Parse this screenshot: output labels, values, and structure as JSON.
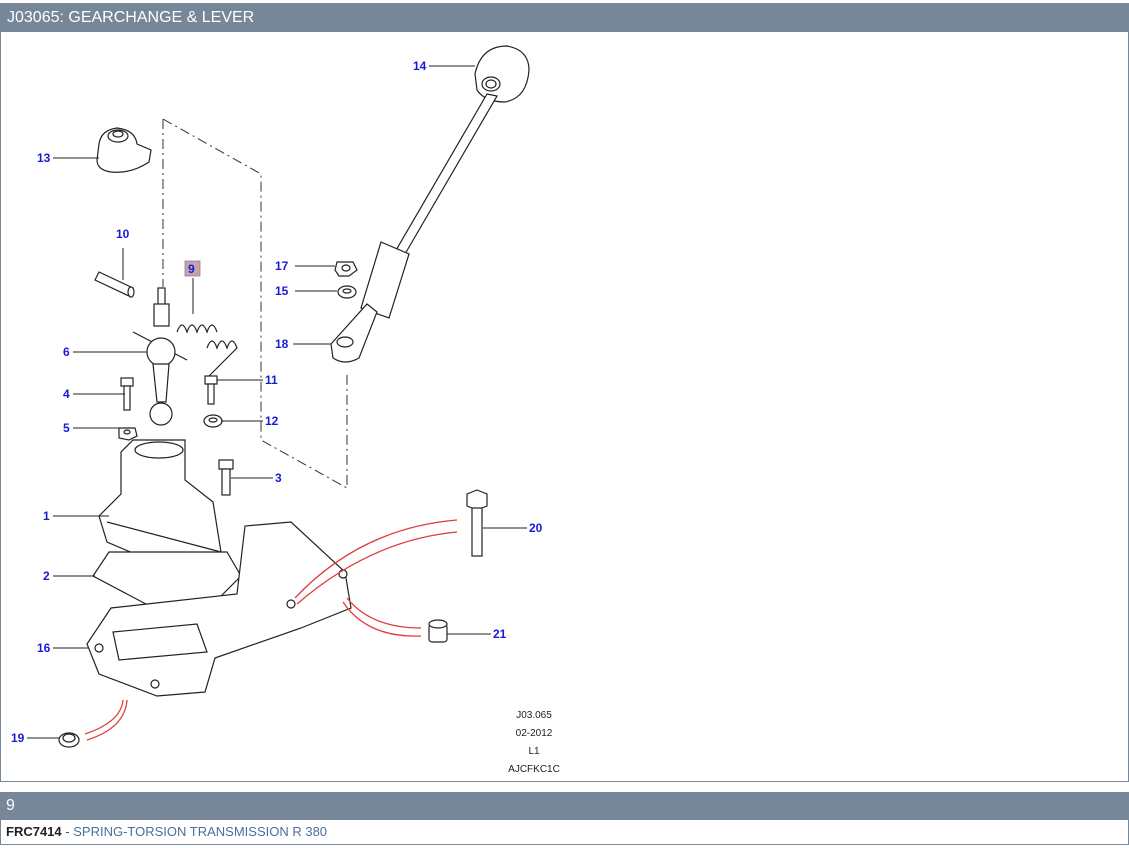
{
  "header": {
    "title": "J03065: GEARCHANGE & LEVER"
  },
  "diagram": {
    "callouts": [
      {
        "id": "1",
        "label": "1"
      },
      {
        "id": "2",
        "label": "2"
      },
      {
        "id": "3",
        "label": "3"
      },
      {
        "id": "4",
        "label": "4"
      },
      {
        "id": "5",
        "label": "5"
      },
      {
        "id": "6",
        "label": "6"
      },
      {
        "id": "9",
        "label": "9",
        "selected": true
      },
      {
        "id": "10",
        "label": "10"
      },
      {
        "id": "11",
        "label": "11"
      },
      {
        "id": "12",
        "label": "12"
      },
      {
        "id": "13",
        "label": "13"
      },
      {
        "id": "14",
        "label": "14"
      },
      {
        "id": "15",
        "label": "15"
      },
      {
        "id": "16",
        "label": "16"
      },
      {
        "id": "17",
        "label": "17"
      },
      {
        "id": "18",
        "label": "18"
      },
      {
        "id": "19",
        "label": "19"
      },
      {
        "id": "20",
        "label": "20"
      },
      {
        "id": "21",
        "label": "21"
      }
    ],
    "reference": {
      "code": "J03.065",
      "date": "02-2012",
      "level": "L1",
      "id": "AJCFKC1C"
    },
    "colors": {
      "callout": "#1a1ad6",
      "selected_bg": "#c4a3b0",
      "fitting_lines": "#e23b3b"
    }
  },
  "detail": {
    "header": "9",
    "part_number": "FRC7414",
    "separator": "-",
    "description": "SPRING-TORSION TRANSMISSION R 380"
  }
}
